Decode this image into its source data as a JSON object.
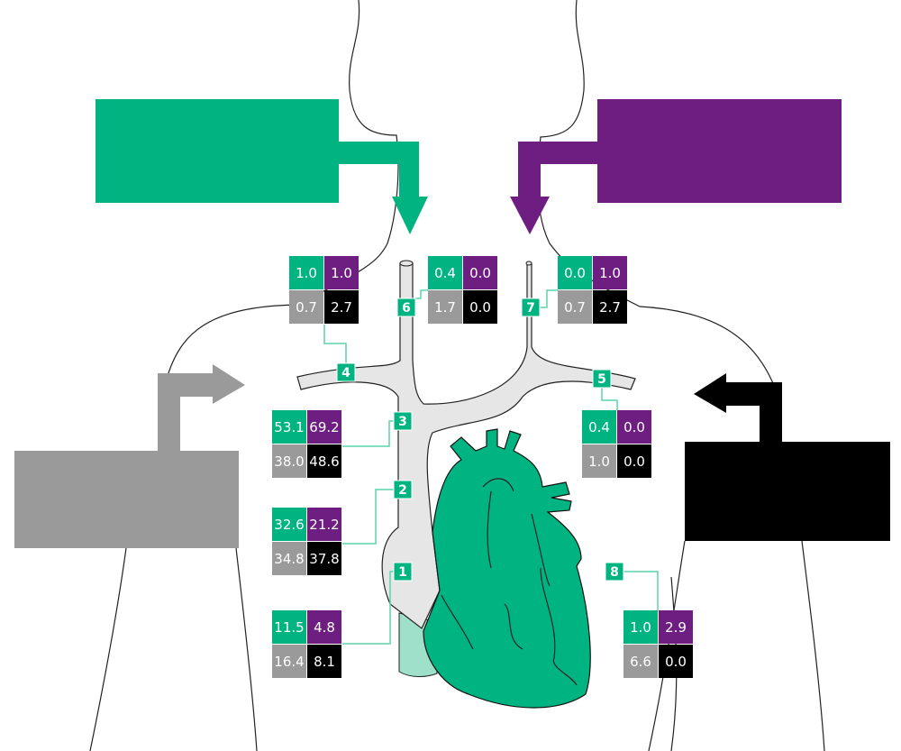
{
  "colors": {
    "green": "#00b482",
    "purple": "#6e1e80",
    "gray": "#9a9a9a",
    "black": "#000000",
    "vessel": "#e6e6e6",
    "ivc": "#9fe0cb"
  },
  "sites": [
    {
      "id": "1",
      "label": "1",
      "values": [
        "11.5",
        "4.8",
        "16.4",
        "8.1"
      ]
    },
    {
      "id": "2",
      "label": "2",
      "values": [
        "32.6",
        "21.2",
        "34.8",
        "37.8"
      ]
    },
    {
      "id": "3",
      "label": "3",
      "values": [
        "53.1",
        "69.2",
        "38.0",
        "48.6"
      ]
    },
    {
      "id": "4",
      "label": "4",
      "values": [
        "1.0",
        "1.0",
        "0.7",
        "2.7"
      ]
    },
    {
      "id": "5",
      "label": "5",
      "values": [
        "0.4",
        "0.0",
        "1.0",
        "0.0"
      ]
    },
    {
      "id": "6",
      "label": "6",
      "values": [
        "0.4",
        "0.0",
        "1.7",
        "0.0"
      ]
    },
    {
      "id": "7",
      "label": "7",
      "values": [
        "0.0",
        "1.0",
        "0.7",
        "2.7"
      ]
    },
    {
      "id": "8",
      "label": "8",
      "values": [
        "1.0",
        "2.9",
        "6.6",
        "0.0"
      ]
    }
  ]
}
